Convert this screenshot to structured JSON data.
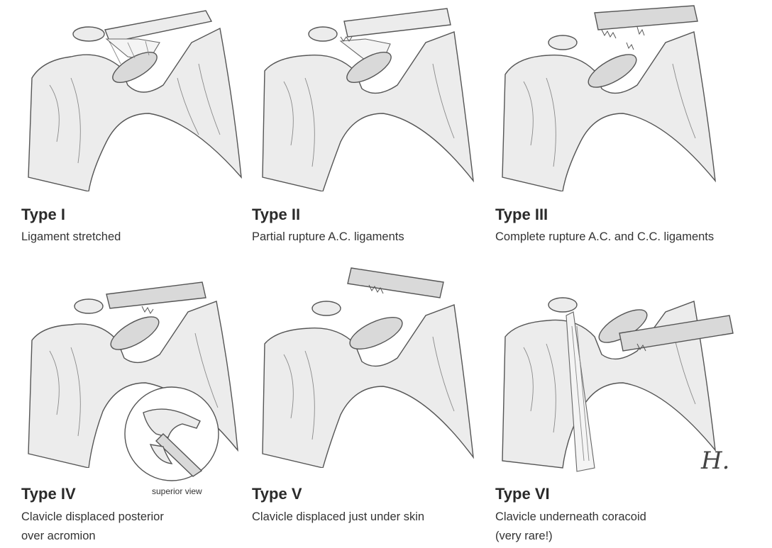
{
  "panels": [
    {
      "title": "Type I",
      "description": [
        "Ligament stretched"
      ]
    },
    {
      "title": "Type II",
      "description": [
        "Partial rupture A.C. ligaments"
      ]
    },
    {
      "title": "Type III",
      "description": [
        "Complete rupture A.C. and C.C. ligaments"
      ]
    },
    {
      "title": "Type IV",
      "description": [
        "Clavicle displaced posterior",
        "over acromion"
      ],
      "inset_label": "superior view"
    },
    {
      "title": "Type V",
      "description": [
        "Clavicle displaced just under skin"
      ]
    },
    {
      "title": "Type VI",
      "description": [
        "Clavicle underneath coracoid",
        "(very rare!)"
      ]
    }
  ],
  "signature": "H."
}
